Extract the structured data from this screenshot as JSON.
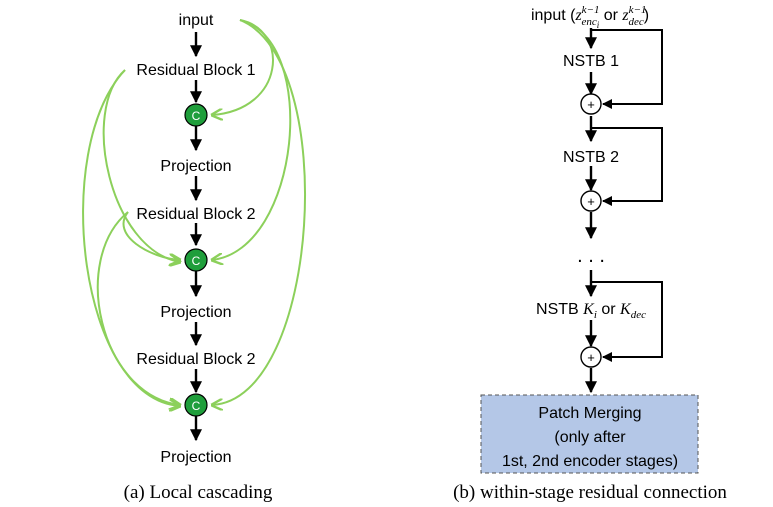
{
  "panel_a": {
    "input_label": "input",
    "nodes": [
      {
        "label": "Residual Block 1"
      },
      {
        "label": "Projection"
      },
      {
        "label": "Residual Block 2"
      },
      {
        "label": "Projection"
      },
      {
        "label": "Residual Block 2"
      },
      {
        "label": "Projection"
      }
    ],
    "concat_symbol": "C",
    "caption": "(a) Local cascading",
    "colors": {
      "concat_fill": "#1f9e3b",
      "skip_line": "#8cd05b"
    }
  },
  "panel_b": {
    "input_prefix": "input (",
    "input_z": "z",
    "input_sub1": "enc",
    "input_sub1_i": "i",
    "input_sup": "k−1",
    "input_or": " or ",
    "input_sub2": "dec",
    "input_suffix": ")",
    "nstb1": "NSTB 1",
    "nstb2": "NSTB 2",
    "ellipsis": ". . .",
    "nstbk_prefix": "NSTB ",
    "nstbk_k": "K",
    "nstbk_ki": "i",
    "nstbk_or": " or ",
    "nstbk_kdec": "K",
    "nstbk_dec": "dec",
    "plus_symbol": "+",
    "patch_merging_lines": [
      "Patch Merging",
      "(only after",
      "1st, 2nd encoder stages)"
    ],
    "caption": "(b) within-stage residual connection",
    "colors": {
      "patch_box_fill": "#b4c7e7"
    }
  }
}
